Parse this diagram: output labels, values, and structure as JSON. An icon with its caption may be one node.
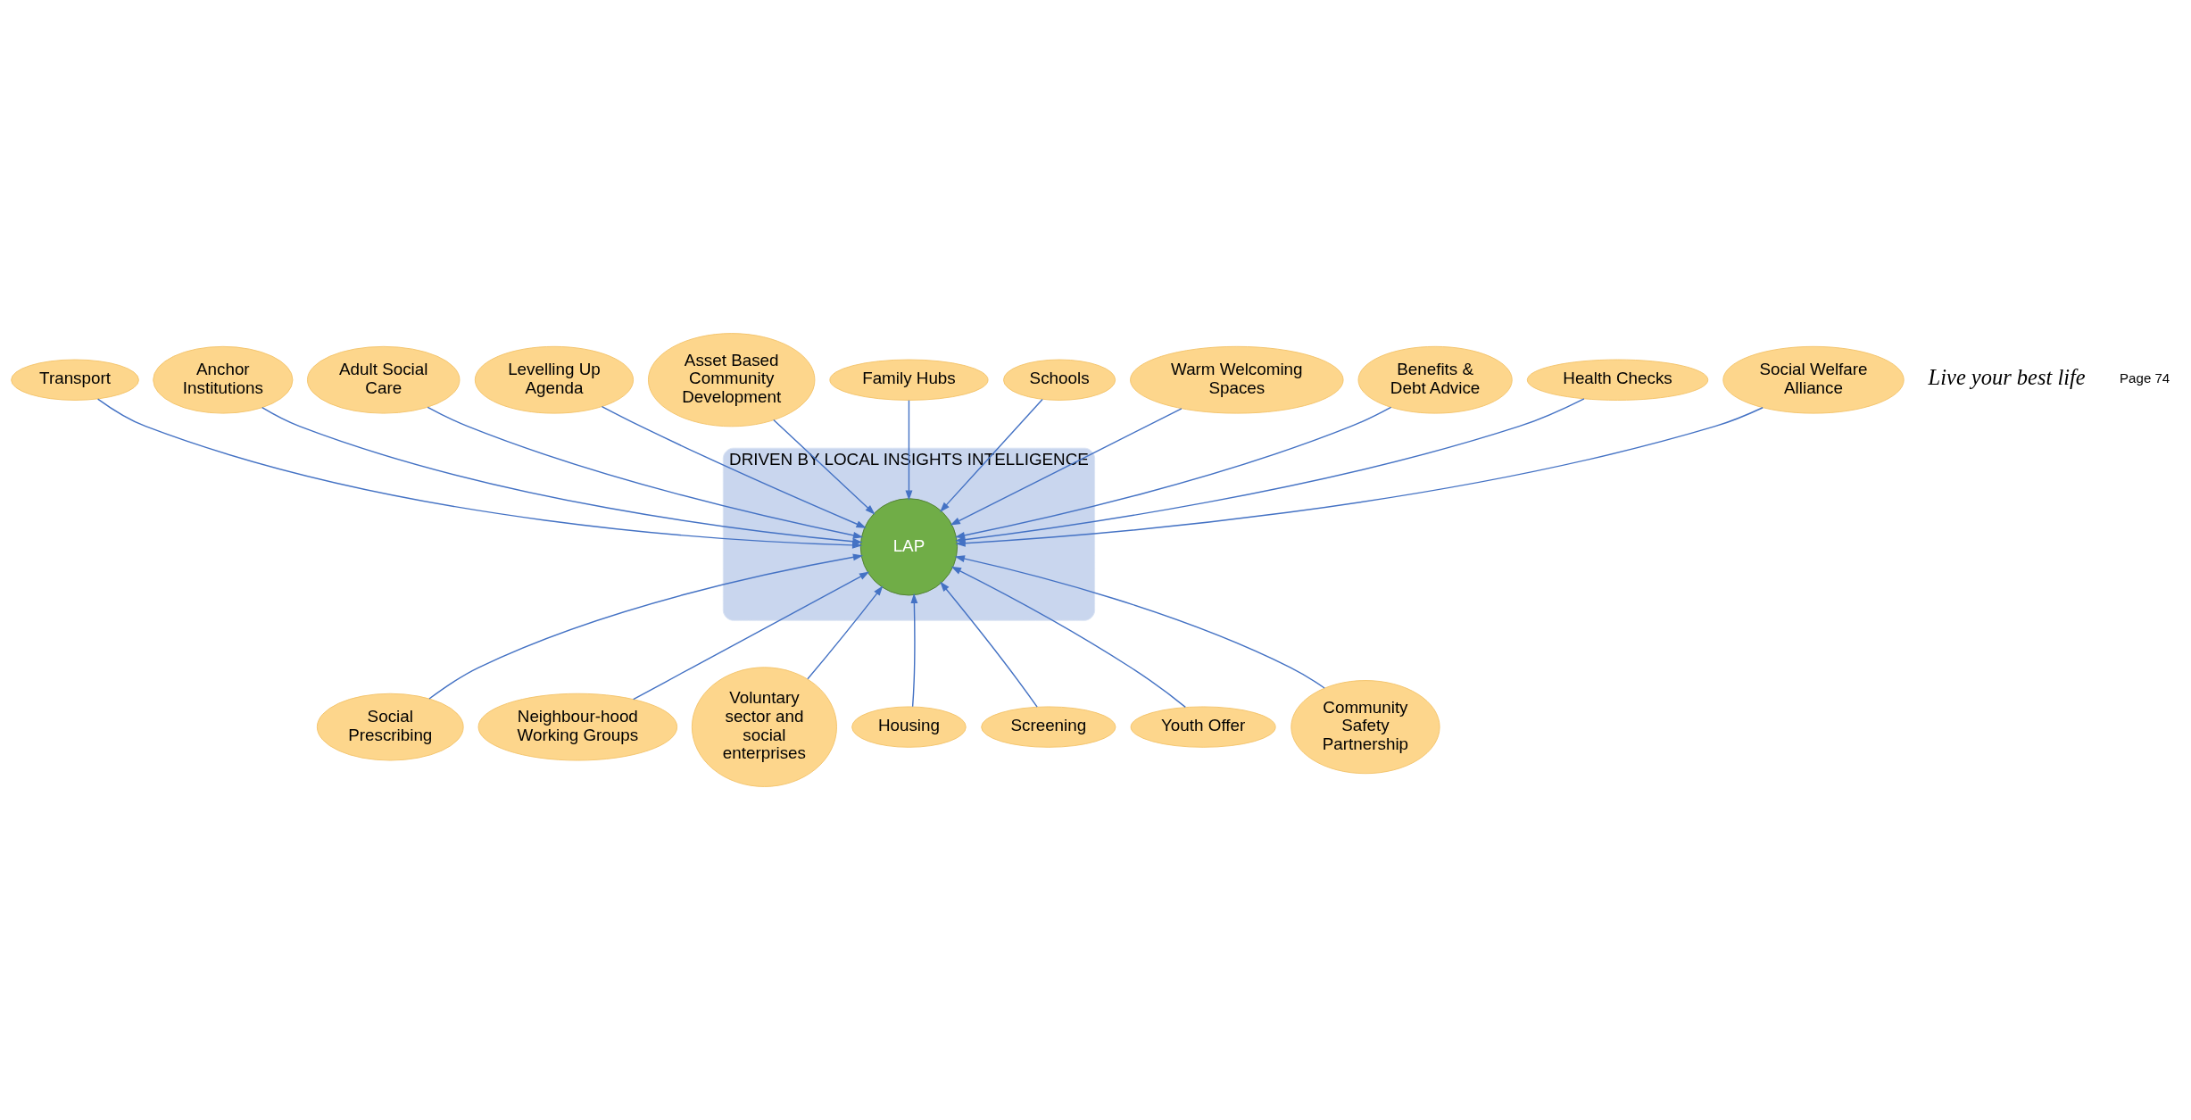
{
  "diagram": {
    "nodes": [
      {
        "text": [
          "DRIVEN BY LOCAL INSIGHTS INTELLIGENCE"
        ]
      },
      {
        "text": [
          "LAP"
        ],
        "in": 0
      },
      {
        "text": [
          "Transport"
        ]
      },
      {
        "text": [
          "Anchor Institutions"
        ]
      },
      {
        "text": [
          "Adult Social Care"
        ]
      },
      {
        "text": [
          "Levelling Up Agenda"
        ]
      },
      {
        "text": [
          "Asset Based Community Development"
        ]
      },
      {
        "text": [
          "Family Hubs"
        ]
      },
      {
        "text": [
          "Schools"
        ]
      },
      {
        "text": [
          "Warm Welcoming Spaces"
        ]
      },
      {
        "text": [
          "Benefits & Debt Advice"
        ]
      },
      {
        "text": [
          "Health Checks"
        ]
      },
      {
        "text": [
          "Social Welfare Alliance"
        ]
      },
      {
        "text": [
          "Social Prescribing"
        ]
      },
      {
        "text": [
          "Neighbour-hood Working Groups"
        ]
      },
      {
        "text": [
          "Voluntary sector and social enterprises"
        ]
      },
      {
        "text": [
          "Housing"
        ]
      },
      {
        "text": [
          "Screening"
        ]
      },
      {
        "text": [
          "Youth Offer"
        ]
      },
      {
        "text": [
          "Community Safety Partnership"
        ]
      }
    ],
    "edges": [
      {
        "from": 2,
        "to": 1,
        "arrow": "to"
      },
      {
        "from": 3,
        "to": 1,
        "arrow": "to"
      },
      {
        "from": 4,
        "to": 1,
        "arrow": "to"
      },
      {
        "from": 5,
        "to": 1,
        "arrow": "to"
      },
      {
        "from": 6,
        "to": 1,
        "arrow": "to"
      },
      {
        "from": 7,
        "to": 1,
        "arrow": "to"
      },
      {
        "from": 8,
        "to": 1,
        "arrow": "to"
      },
      {
        "from": 9,
        "to": 1,
        "arrow": "to"
      },
      {
        "from": 10,
        "to": 1,
        "arrow": "to"
      },
      {
        "from": 11,
        "to": 1,
        "arrow": "to"
      },
      {
        "from": 12,
        "to": 1,
        "arrow": "to"
      },
      {
        "from": 13,
        "to": 1,
        "arrow": "to"
      },
      {
        "from": 14,
        "to": 1,
        "arrow": "to"
      },
      {
        "from": 15,
        "to": 1,
        "arrow": "to"
      },
      {
        "from": 16,
        "to": 1,
        "arrow": "to"
      },
      {
        "from": 17,
        "to": 1,
        "arrow": "to"
      },
      {
        "from": 18,
        "to": 1,
        "arrow": "to"
      },
      {
        "from": 19,
        "to": 1,
        "arrow": "to"
      }
    ],
    "labels": [
      "Live your best life",
      "Page 74"
    ]
  }
}
